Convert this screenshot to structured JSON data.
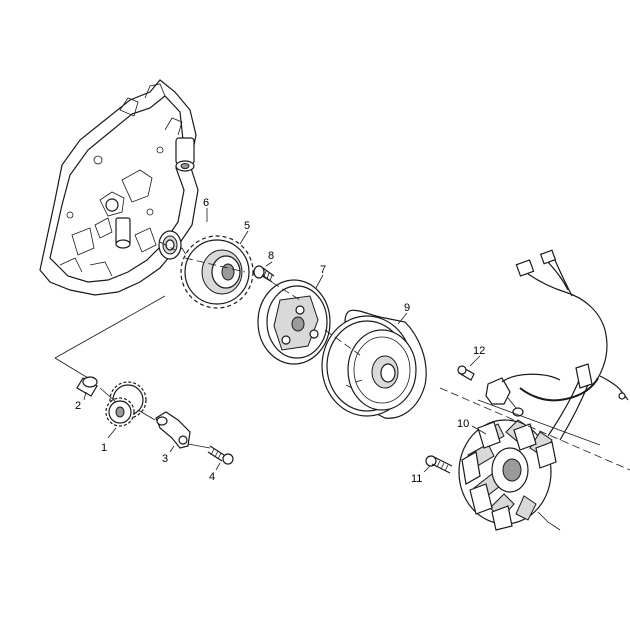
{
  "callouts": [
    {
      "id": "1",
      "text": "1"
    },
    {
      "id": "2",
      "text": "2"
    },
    {
      "id": "3",
      "text": "3"
    },
    {
      "id": "4",
      "text": "4"
    },
    {
      "id": "5",
      "text": "5"
    },
    {
      "id": "6",
      "text": "6"
    },
    {
      "id": "7",
      "text": "7"
    },
    {
      "id": "8",
      "text": "8"
    },
    {
      "id": "9",
      "text": "9"
    },
    {
      "id": "10",
      "text": "10"
    },
    {
      "id": "11",
      "text": "11"
    },
    {
      "id": "12",
      "text": "12"
    }
  ],
  "colors": {
    "line": "#1a1a1a",
    "shade": "#d9d9d9",
    "dark": "#9a9a9a",
    "background": "#ffffff"
  }
}
